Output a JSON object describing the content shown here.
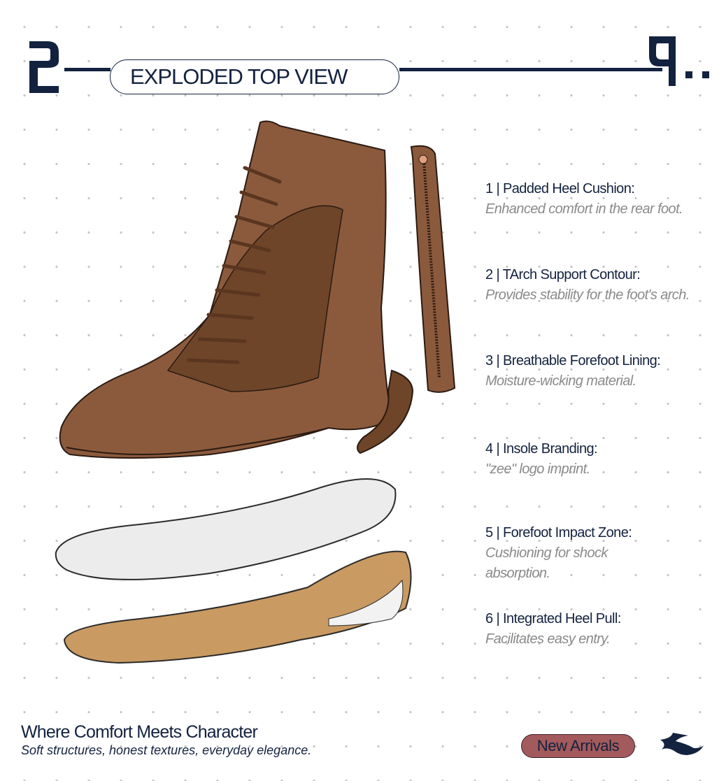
{
  "header": {
    "title": "EXPLODED TOP VIEW"
  },
  "features": [
    {
      "title": "1 |  Padded Heel Cushion:",
      "desc": "Enhanced comfort in the rear foot."
    },
    {
      "title": "2 | TArch Support Contour:",
      "desc": "Provides stability for the foot's arch."
    },
    {
      "title": "3 | Breathable Forefoot Lining:",
      "desc": "Moisture-wicking material."
    },
    {
      "title": "4 | Insole Branding:",
      "desc": "\"zee\" logo imprint."
    },
    {
      "title": "5 | Forefoot Impact Zone:",
      "desc": "Cushioning for shock absorption."
    },
    {
      "title": "6 | Integrated Heel Pull:",
      "desc": "Facilitates easy entry."
    }
  ],
  "footer": {
    "tagline": "Where Comfort Meets Character",
    "subtitle": "Soft structures, honest textures, everyday elegance.",
    "button": "New Arrivals"
  },
  "colors": {
    "navy": "#13223f",
    "leather": "#8b5a3c",
    "button": "#a35a5c",
    "insole_tan": "#c99a62"
  }
}
